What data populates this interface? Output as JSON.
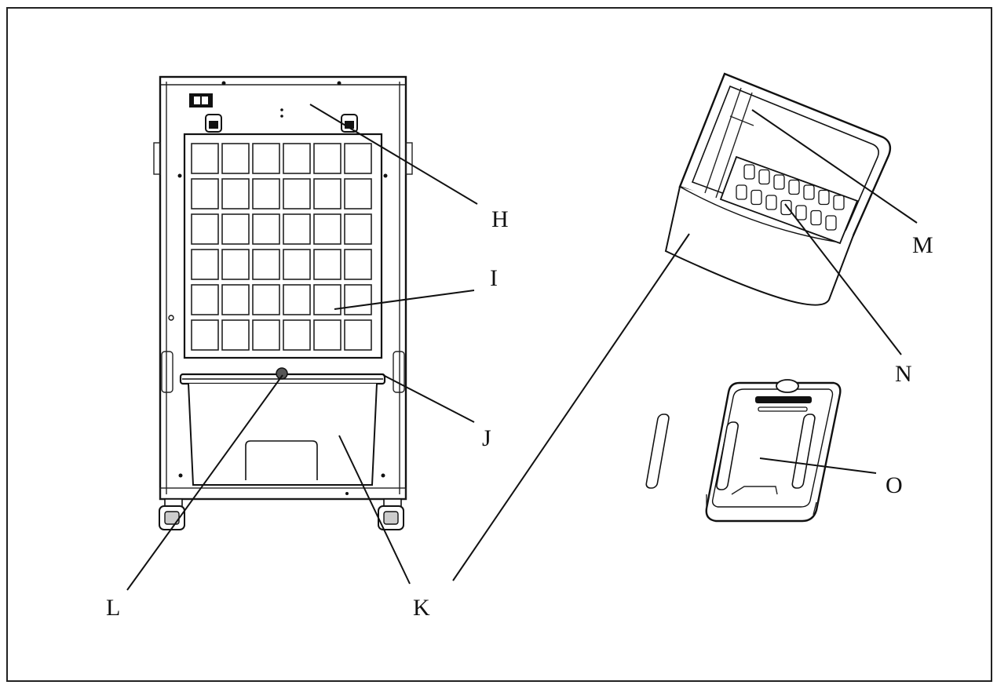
{
  "labels": {
    "H": "H",
    "I": "I",
    "J": "J",
    "K": "K",
    "L": "L",
    "M": "M",
    "N": "N",
    "O": "O"
  },
  "colors": {
    "line": "#111111",
    "background": "#ffffff"
  }
}
